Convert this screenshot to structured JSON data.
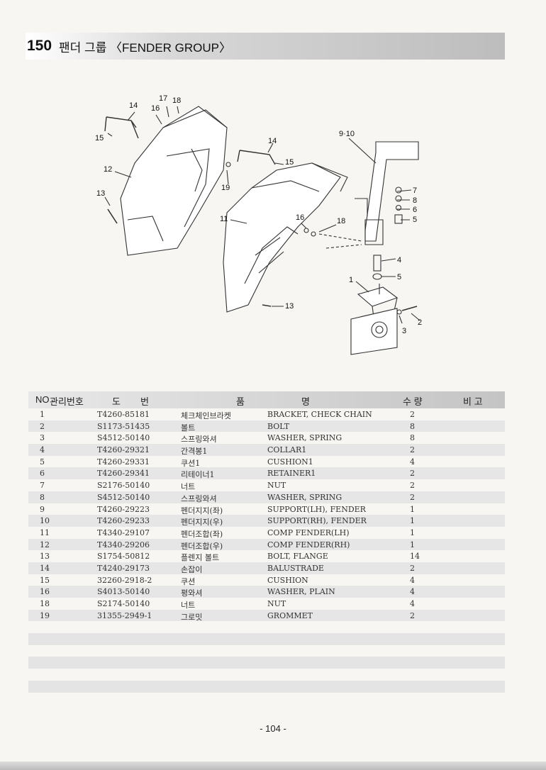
{
  "header": {
    "number": "150",
    "title": "팬더 그룹 〈FENDER GROUP〉"
  },
  "callouts": {
    "c14a": "14",
    "c16a": "16",
    "c17": "17",
    "c18a": "18",
    "c15a": "15",
    "c12": "12",
    "c13a": "13",
    "c14b": "14",
    "c15b": "15",
    "c19": "19",
    "c910": "9·10",
    "c7": "7",
    "c8": "8",
    "c6": "6",
    "c5a": "5",
    "c11": "11",
    "c16b": "16",
    "c18b": "18",
    "c4": "4",
    "c5b": "5",
    "c1": "1",
    "c2": "2",
    "c3": "3",
    "c13b": "13"
  },
  "table": {
    "headers": {
      "no": "NO",
      "mgmt": "관리번호",
      "d1": "도",
      "d2": "번",
      "p1": "품",
      "p2": "명",
      "qty": "수 량",
      "remark": "비 고"
    },
    "rows": [
      {
        "no": "1",
        "pn": "T4260-85181",
        "kr": "체크체인브라켓",
        "en": "BRACKET, CHECK CHAIN",
        "qty": "2"
      },
      {
        "no": "2",
        "pn": "S1173-51435",
        "kr": "볼트",
        "en": "BOLT",
        "qty": "8"
      },
      {
        "no": "3",
        "pn": "S4512-50140",
        "kr": "스프링와셔",
        "en": "WASHER, SPRING",
        "qty": "8"
      },
      {
        "no": "4",
        "pn": "T4260-29321",
        "kr": "간격봉1",
        "en": "COLLAR1",
        "qty": "2"
      },
      {
        "no": "5",
        "pn": "T4260-29331",
        "kr": "쿠션1",
        "en": "CUSHION1",
        "qty": "4"
      },
      {
        "no": "6",
        "pn": "T4260-29341",
        "kr": "리테이너1",
        "en": "RETAINER1",
        "qty": "2"
      },
      {
        "no": "7",
        "pn": "S2176-50140",
        "kr": "너트",
        "en": "NUT",
        "qty": "2"
      },
      {
        "no": "8",
        "pn": "S4512-50140",
        "kr": "스프링와셔",
        "en": "WASHER, SPRING",
        "qty": "2"
      },
      {
        "no": "9",
        "pn": "T4260-29223",
        "kr": "펜더지지(좌)",
        "en": "SUPPORT(LH), FENDER",
        "qty": "1"
      },
      {
        "no": "10",
        "pn": "T4260-29233",
        "kr": "펜더지지(우)",
        "en": "SUPPORT(RH), FENDER",
        "qty": "1"
      },
      {
        "no": "11",
        "pn": "T4340-29107",
        "kr": "펜더조합(좌)",
        "en": "COMP FENDER(LH)",
        "qty": "1"
      },
      {
        "no": "12",
        "pn": "T4340-29206",
        "kr": "펜더조합(우)",
        "en": "COMP FENDER(RH)",
        "qty": "1"
      },
      {
        "no": "13",
        "pn": "S1754-50812",
        "kr": "플렌지 볼트",
        "en": "BOLT, FLANGE",
        "qty": "14"
      },
      {
        "no": "14",
        "pn": "T4240-29173",
        "kr": "손잡이",
        "en": "BALUSTRADE",
        "qty": "2"
      },
      {
        "no": "15",
        "pn": "32260-2918-2",
        "kr": "쿠션",
        "en": "CUSHION",
        "qty": "4"
      },
      {
        "no": "16",
        "pn": "S4013-50140",
        "kr": "평와셔",
        "en": "WASHER, PLAIN",
        "qty": "4"
      },
      {
        "no": "18",
        "pn": "S2174-50140",
        "kr": "너트",
        "en": "NUT",
        "qty": "4"
      },
      {
        "no": "19",
        "pn": "31355-2949-1",
        "kr": "그로밋",
        "en": "GROMMET",
        "qty": "2"
      }
    ]
  },
  "page_number": "- 104 -"
}
